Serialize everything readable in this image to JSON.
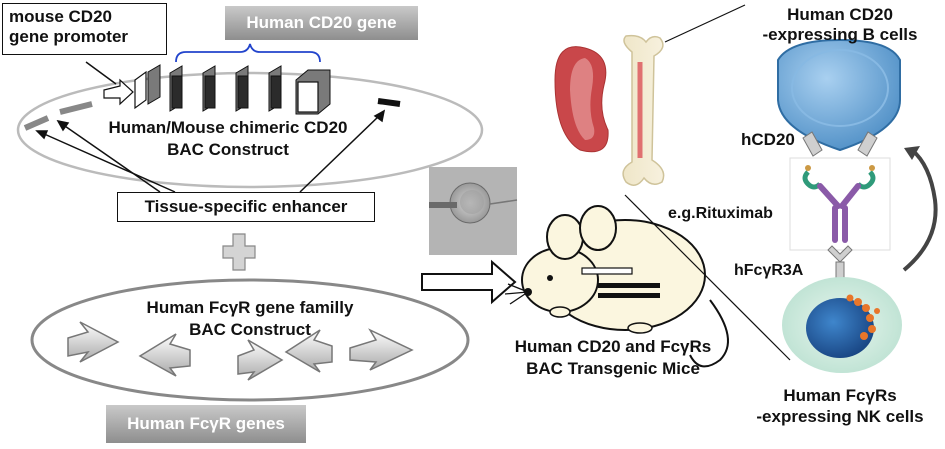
{
  "promoter_label_line1": "mouse CD20",
  "promoter_label_line2": "gene promoter",
  "cd20_gene_banner": "Human CD20 gene",
  "chimeric_construct_line1": "Human/Mouse chimeric CD20",
  "chimeric_construct_line2": "BAC Construct",
  "enhancer_label": "Tissue-specific enhancer",
  "fcgr_construct_line1": "Human FcγR gene familly",
  "fcgr_construct_line2": "BAC Construct",
  "fcgr_genes_banner": "Human FcγR genes",
  "mice_label_line1": "Human CD20 and FcγRs",
  "mice_label_line2": "BAC Transgenic Mice",
  "b_cells_line1": "Human CD20",
  "b_cells_line2": "-expressing B cells",
  "hcd20_label": "hCD20",
  "antibody_label": "e.g.Rituximab",
  "receptor_label": "hFcγR3A",
  "nk_cells_line1": "Human FcγRs",
  "nk_cells_line2": "-expressing NK cells",
  "colors": {
    "exon_dark": "#2b2b2b",
    "b_cell_blue": "#6aa8d8",
    "antibody_purple": "#8a5aa8",
    "antibody_green": "#2f9a7a",
    "nk_nucleus": "#1f5fa8",
    "granules": "#e8762a",
    "spleen_red": "#c9474a"
  }
}
